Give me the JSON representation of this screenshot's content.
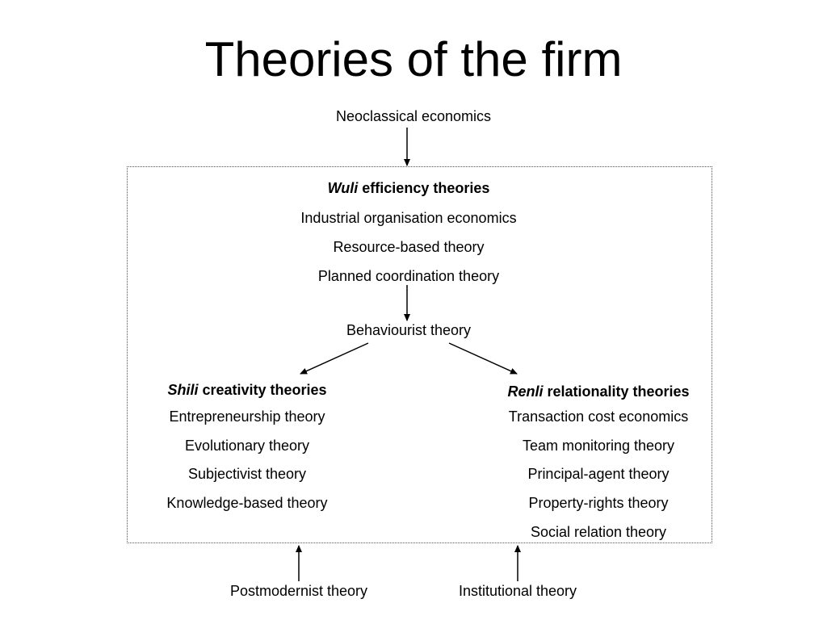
{
  "title": "Theories of the firm",
  "top_label": "Neoclassical economics",
  "center": {
    "heading_em": "Wuli",
    "heading_rest": " efficiency theories",
    "items": [
      "Industrial organisation economics",
      "Resource-based theory",
      "Planned coordination theory"
    ],
    "behaviourist": "Behaviourist theory"
  },
  "left": {
    "heading_em": "Shili",
    "heading_rest": " creativity theories",
    "items": [
      "Entrepreneurship theory",
      "Evolutionary theory",
      "Subjectivist theory",
      "Knowledge-based theory"
    ]
  },
  "right": {
    "heading_em": "Renli",
    "heading_rest": " relationality theories",
    "items": [
      "Transaction cost economics",
      "Team monitoring theory",
      "Principal-agent theory",
      "Property-rights theory",
      "Social relation theory"
    ]
  },
  "bottom": {
    "left_label": "Postmodernist theory",
    "right_label": "Institutional theory"
  }
}
